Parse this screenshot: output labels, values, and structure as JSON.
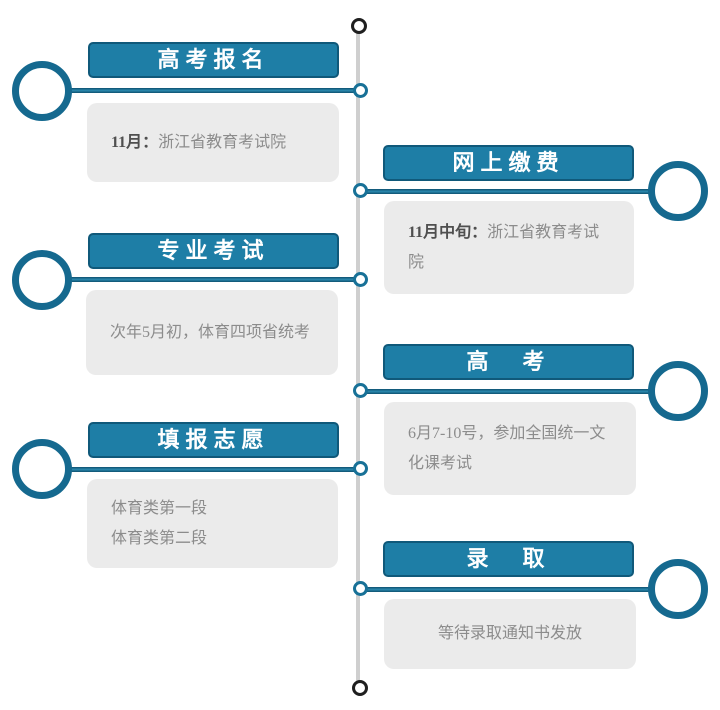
{
  "diagram": {
    "kind": "vertical-timeline-flowchart",
    "topic": "浙江省体育类高考流程"
  },
  "colors": {
    "accent_fill": "#1e7ea6",
    "accent_border": "#10597a",
    "connector": "#15698f",
    "axis_gray": "#cfcfcf",
    "box_gray": "#ebebeb",
    "body_text": "#8c8c8c",
    "body_text_bold": "#4f4f4f",
    "end_dot": "#1f1f1f",
    "title_text": "#ffffff"
  },
  "steps": [
    {
      "side": "left",
      "title": "高考报名",
      "body_bold": "11月：",
      "body_text": "浙江省教育考试院"
    },
    {
      "side": "right",
      "title": "网上缴费",
      "body_bold": "11月中旬：",
      "body_text": "浙江省教育考试院"
    },
    {
      "side": "left",
      "title": "专业考试",
      "body_text": "次年5月初，体育四项省统考"
    },
    {
      "side": "right",
      "title": "高　考",
      "body_text": "6月7-10号，参加全国统一文化课考试"
    },
    {
      "side": "left",
      "title": "填报志愿",
      "lines": [
        "体育类第一段",
        "体育类第二段"
      ]
    },
    {
      "side": "right",
      "title": "录　取",
      "body_text": "等待录取通知书发放"
    }
  ]
}
